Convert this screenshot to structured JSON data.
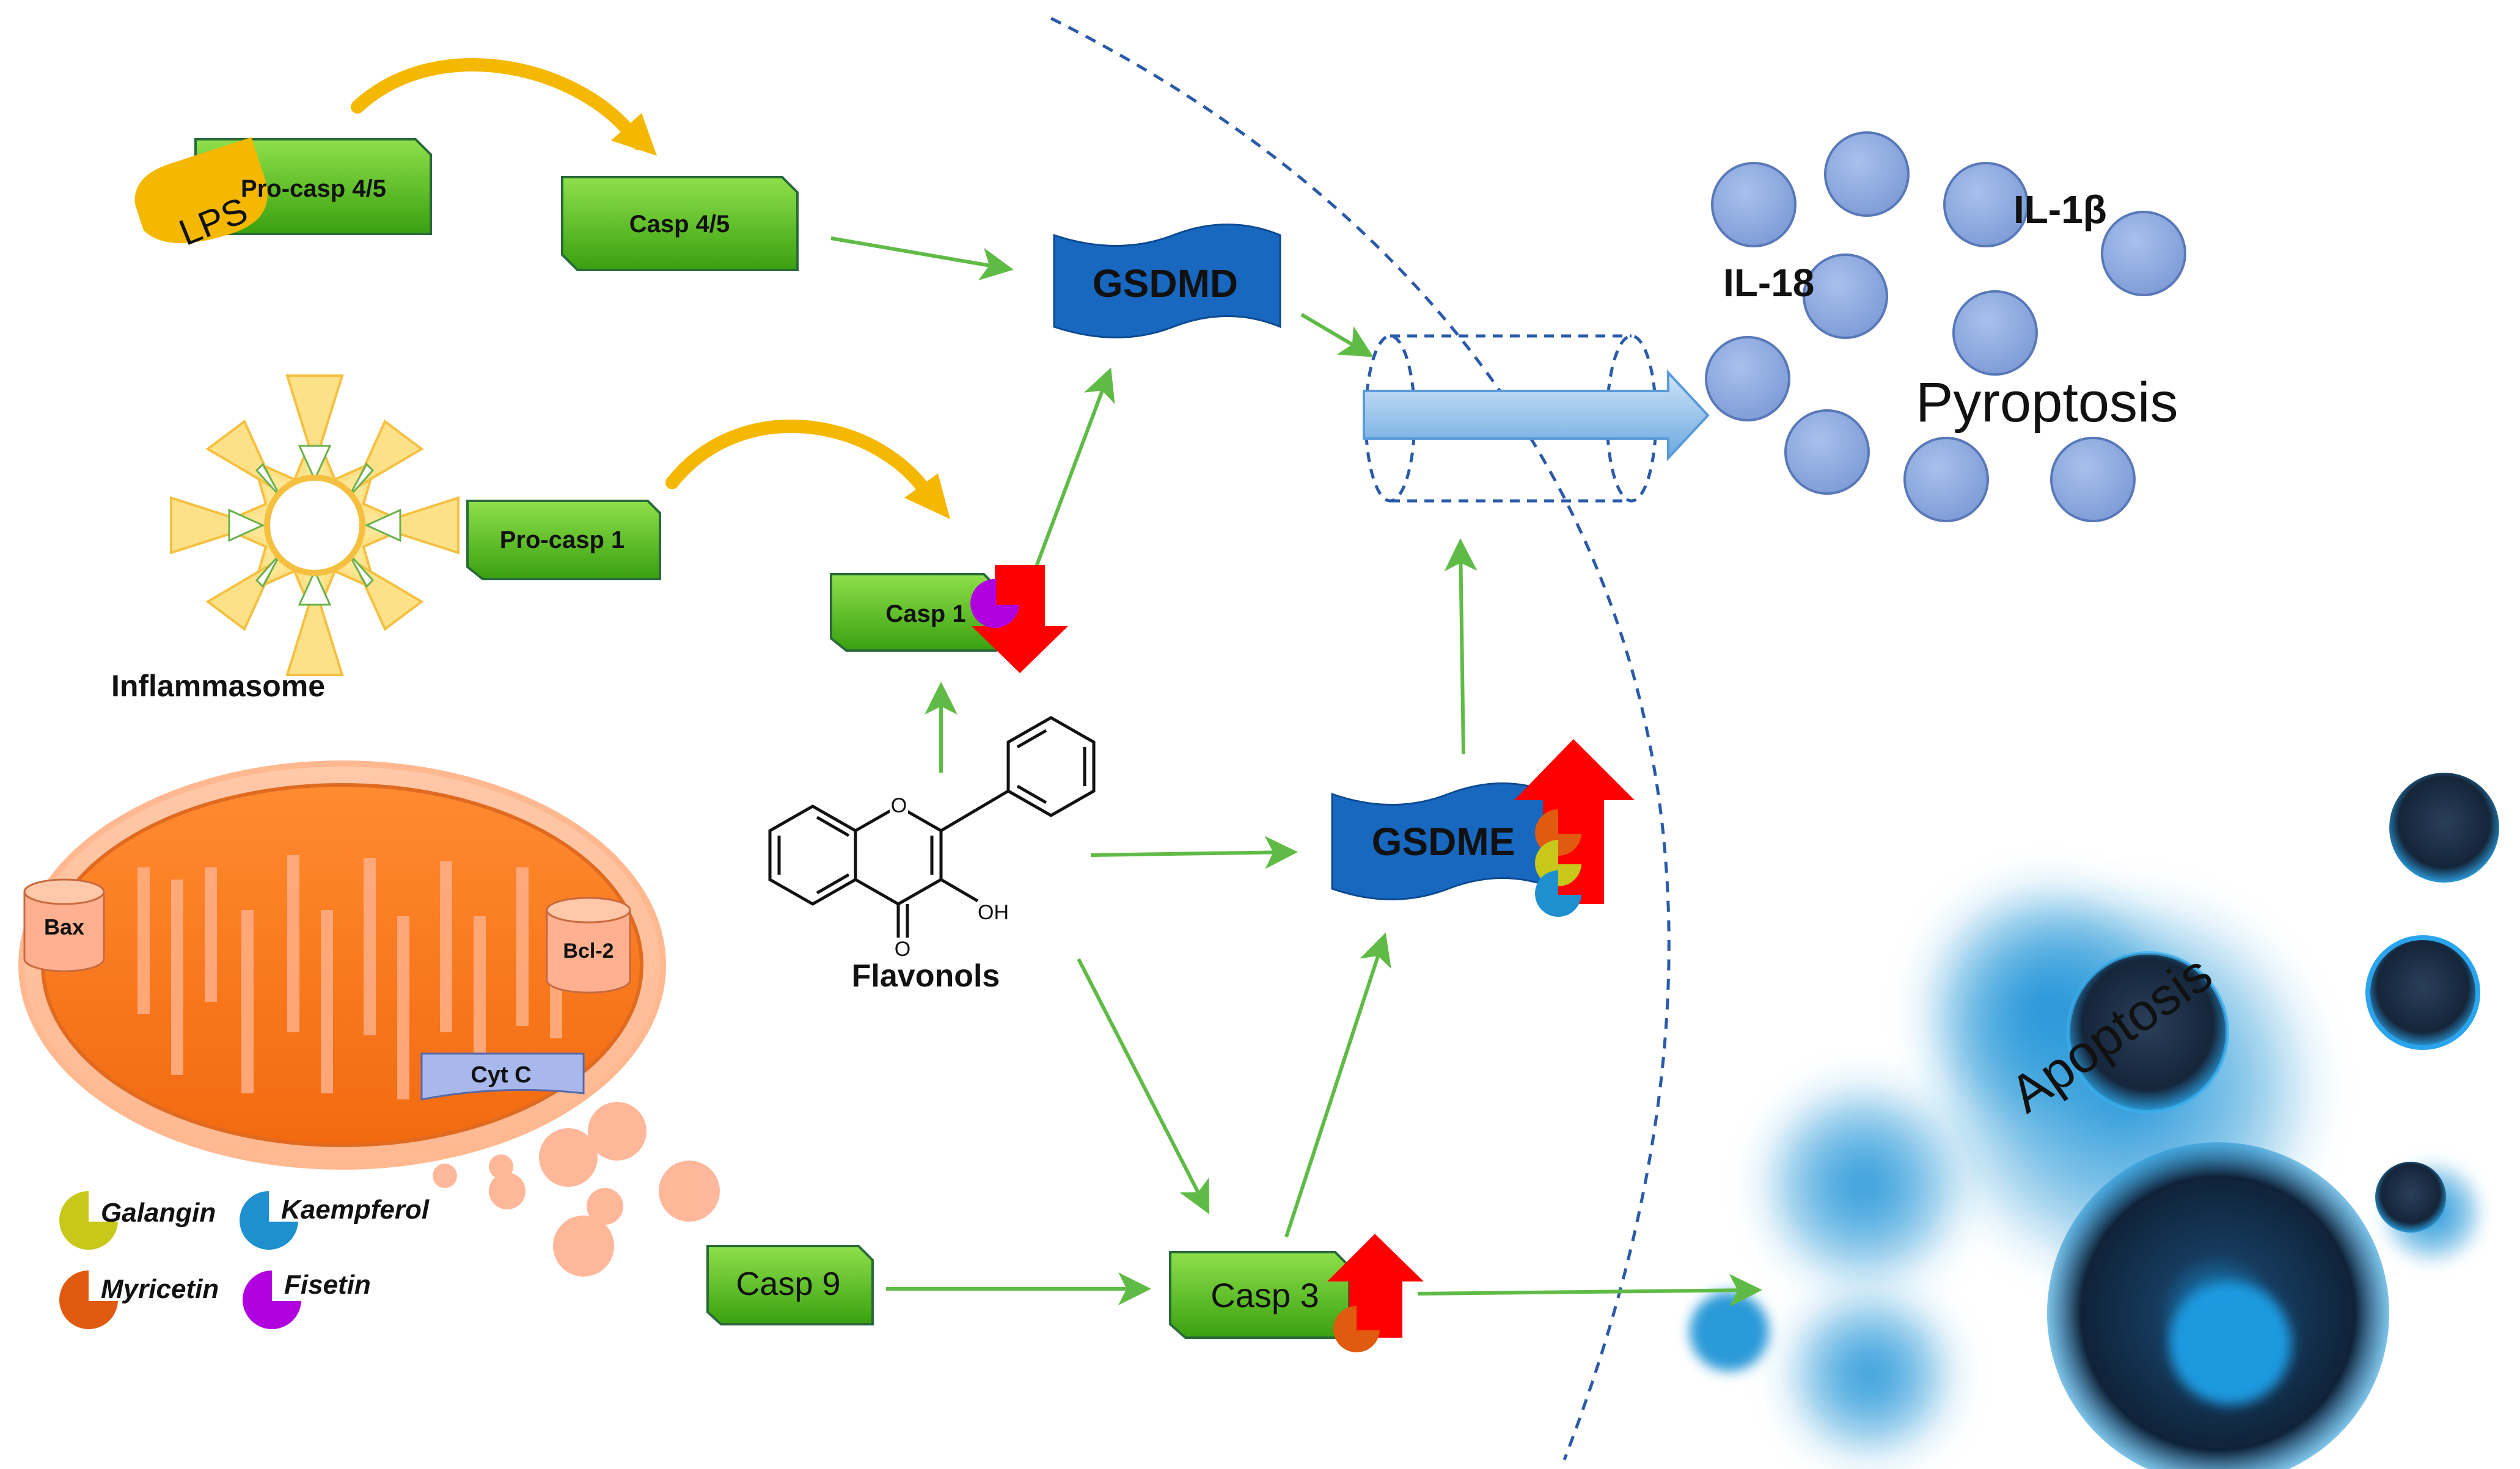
{
  "diagram": {
    "nodes": {
      "lps": "LPS",
      "pro_casp45": "Pro-casp 4/5",
      "casp45": "Casp 4/5",
      "gsdmd": "GSDMD",
      "pro_casp1": "Pro-casp 1",
      "inflammasome": "Inflammasome",
      "casp1": "Casp 1",
      "flavonols": "Flavonols",
      "oh": "OH",
      "o_ring": "O",
      "o_keto": "O",
      "gsdme": "GSDME",
      "bax": "Bax",
      "bcl2": "Bcl-2",
      "cytc": "Cyt C",
      "casp9": "Casp 9",
      "casp3": "Casp 3",
      "il18": "IL-18",
      "il1b": "IL-1β",
      "pyroptosis": "Pyroptosis",
      "apoptosis": "Apoptosis"
    },
    "legend": [
      {
        "name": "Galangin",
        "color": "#c8c81a"
      },
      {
        "name": "Kaempferol",
        "color": "#1e90d0"
      },
      {
        "name": "Myricetin",
        "color": "#e05a10"
      },
      {
        "name": "Fisetin",
        "color": "#b000e0"
      }
    ],
    "colors": {
      "caspase_box": "#5cc81e",
      "gsdm_banner": "#1868c0",
      "arrow_green": "#60bb46",
      "arrow_yellow": "#f5b800",
      "up_down_arrow": "#ff0000",
      "cell_sphere": "#8aa8dc",
      "mitochondrion": "#ff8a30",
      "apoptosis_blue": "#2a9ad8"
    },
    "indicators": {
      "casp1": "down",
      "gsdme": "up",
      "casp3": "up"
    }
  }
}
